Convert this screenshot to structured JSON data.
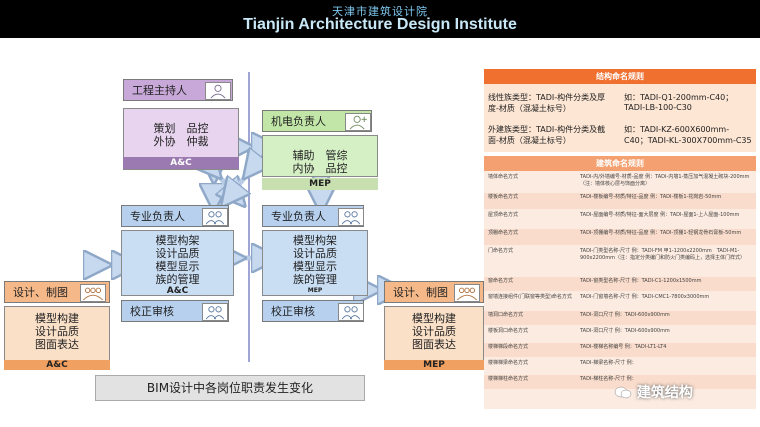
{
  "header": {
    "cn_title": "天津市建筑设计院",
    "en_title": "Tianjin Architecture Design Institute"
  },
  "left": {
    "host": {
      "title": "工程主持人",
      "line1": "策划　品控",
      "line2": "外协　仲裁",
      "label": "A&C"
    },
    "mep_lead": {
      "title": "机电负责人",
      "line1": "辅助　管综",
      "line2": "内协　品控",
      "label": "MEP"
    },
    "ac_lead": {
      "title": "专业负责人",
      "lines": [
        "模型构架",
        "设计品质",
        "模型显示",
        "族的管理"
      ],
      "label": "A&C",
      "review": "校正审核"
    },
    "mep_pro_lead": {
      "title": "专业负责人",
      "lines": [
        "模型构架",
        "设计品质",
        "模型显示",
        "族的管理"
      ],
      "label": "MEP",
      "review": "校正审核"
    },
    "ac_design": {
      "title": "设计、制图",
      "lines": [
        "模型构建",
        "设计品质",
        "图面表达"
      ],
      "label": "A&C"
    },
    "mep_design": {
      "title": "设计、制图",
      "lines": [
        "模型构建",
        "设计品质",
        "图面表达"
      ],
      "label": "MEP"
    }
  },
  "caption": "BIM设计中各岗位职责发生变化",
  "right": {
    "struct_title": "结构命名规则",
    "struct_rows": [
      {
        "k": "线性族类型：TADI-构件分类及厚度-材质（混凝土标号）",
        "v": "如：TADI-Q1-200mm-C40；TADI-LB-100-C30"
      },
      {
        "k": "外建族类型：TADI-构件分类及截面-材质（混凝土标号）",
        "v": "如：TADI-KZ-600X600mm-C40；TADI-KL-300X700mm-C35"
      }
    ],
    "arch_title": "建筑命名规则",
    "arch_rows": [
      {
        "k": "墙体命名方式",
        "v": "TADI-内/外墙编号-材质-品度 例：TADI-内墙1-蒸压加气混凝土砌块-200mm（注：墙体核心层与饰面分离）"
      },
      {
        "k": "楼板命名方式",
        "v": "TADI-楼板编号-材质/特征-品度 例：TADI-楼板1-花岗岩-50mm"
      },
      {
        "k": "屋顶命名方式",
        "v": "TADI-屋面编号-材质/特征-面大层度 例：TADI-屋面1-上人屋面-100mm"
      },
      {
        "k": "顶棚命名方式",
        "v": "TADI-顶棚编号-材质/特征-品度 例：TADI-顶棚1-轻钢龙骨石膏板-50mm"
      },
      {
        "k": "门命名方式",
        "v": "TADI-门类型名称-尺寸 例：TADI-FM 甲1-1200x2200mm　TADI-M1-900x2200mm（注：指定分类编门和防火门类编码上，选择主体门样式）"
      },
      {
        "k": "窗命名方式",
        "v": "TADI-窗类型名称-尺寸 例：TADI-C1-1200x1500mm"
      },
      {
        "k": "窗墙连接组件(门联窗等类型)命名方式",
        "v": "TADI-门窗墙名称-尺寸 例：TADI-CMC1-7800x3000mm"
      },
      {
        "k": "墙洞口命名方式",
        "v": "TADI-洞口尺寸 例：TADI-600x900mm"
      },
      {
        "k": "楼板洞口命名方式",
        "v": "TADI-洞口尺寸 例：TADI-600x900mm"
      },
      {
        "k": "楼梯梯段命名方式",
        "v": "TADI-楼梯名称编号 例：TADI-LT1-LT4"
      },
      {
        "k": "楼梯梯梁命名方式",
        "v": "TADI-梯梁名称-尺寸 例："
      },
      {
        "k": "楼梯梯柱命名方式",
        "v": "TADI-梯柱名称-尺寸 例："
      }
    ]
  },
  "watermark": "建筑结构",
  "colors": {
    "header_bg": "#000000",
    "panel_accent": "#f07030"
  }
}
